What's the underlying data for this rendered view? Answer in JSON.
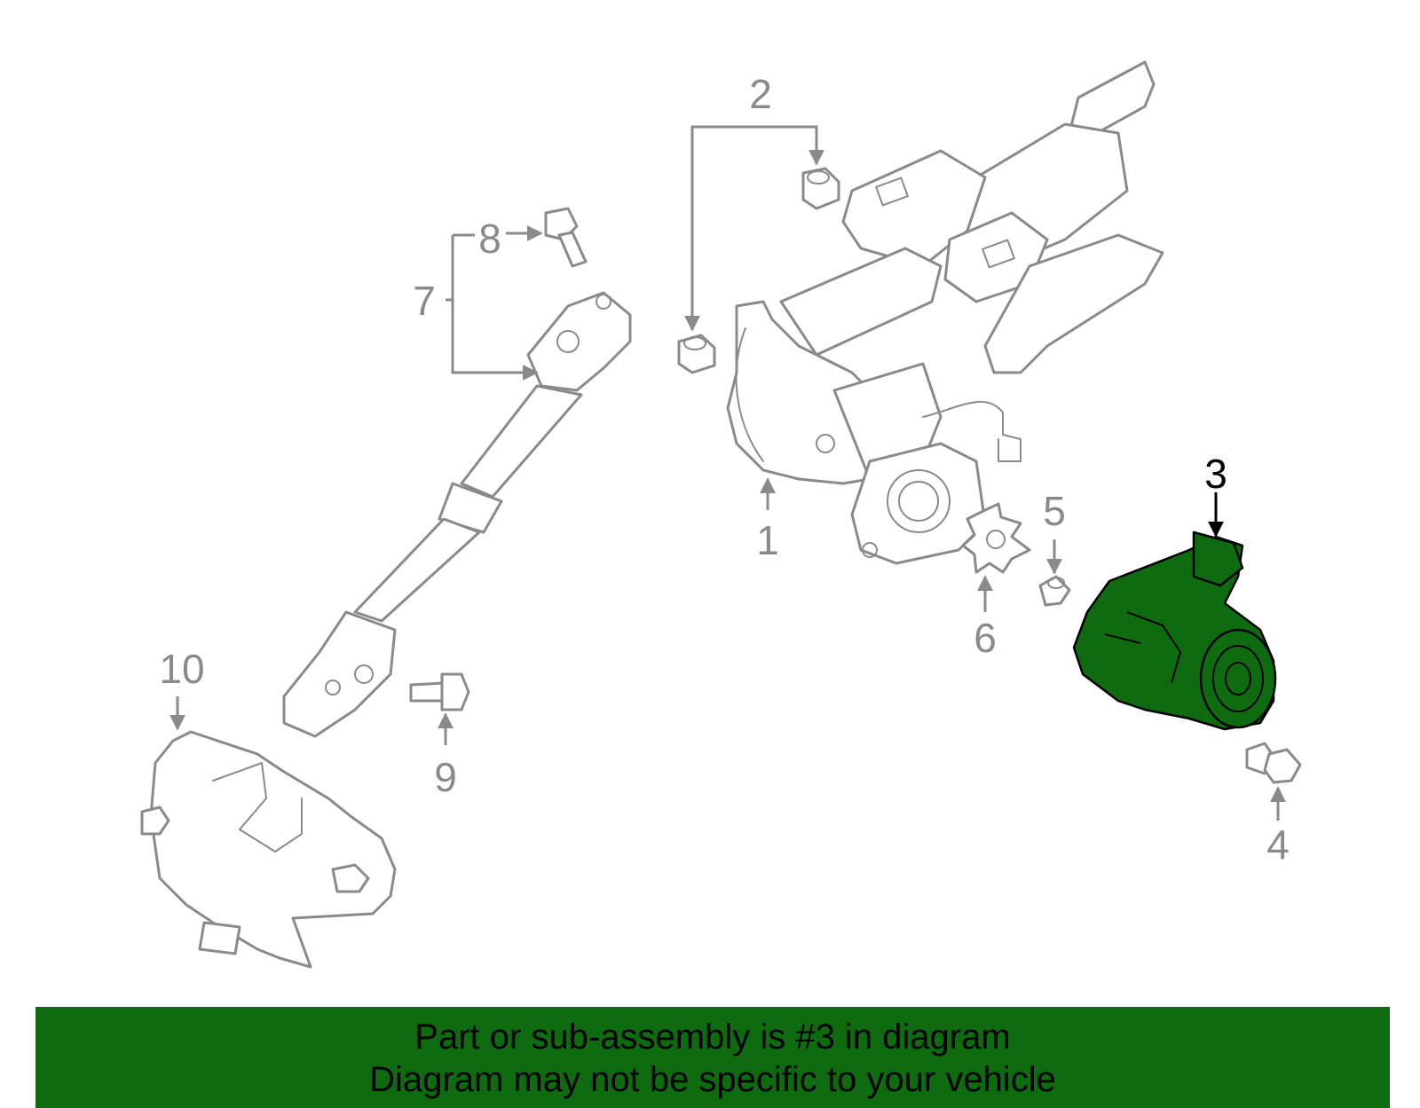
{
  "callouts": {
    "c1": "1",
    "c2": "2",
    "c3": "3",
    "c4": "4",
    "c5": "5",
    "c6": "6",
    "c7": "7",
    "c8": "8",
    "c9": "9",
    "c10": "10"
  },
  "highlighted_part": "3",
  "banner": {
    "line1": "Part or sub-assembly is #3 in diagram",
    "line2": "Diagram may not be specific to your vehicle"
  },
  "colors": {
    "highlight": "#0f6b0f",
    "line_gray": "#8a8a8a",
    "banner_bg": "#0f6b0f"
  }
}
